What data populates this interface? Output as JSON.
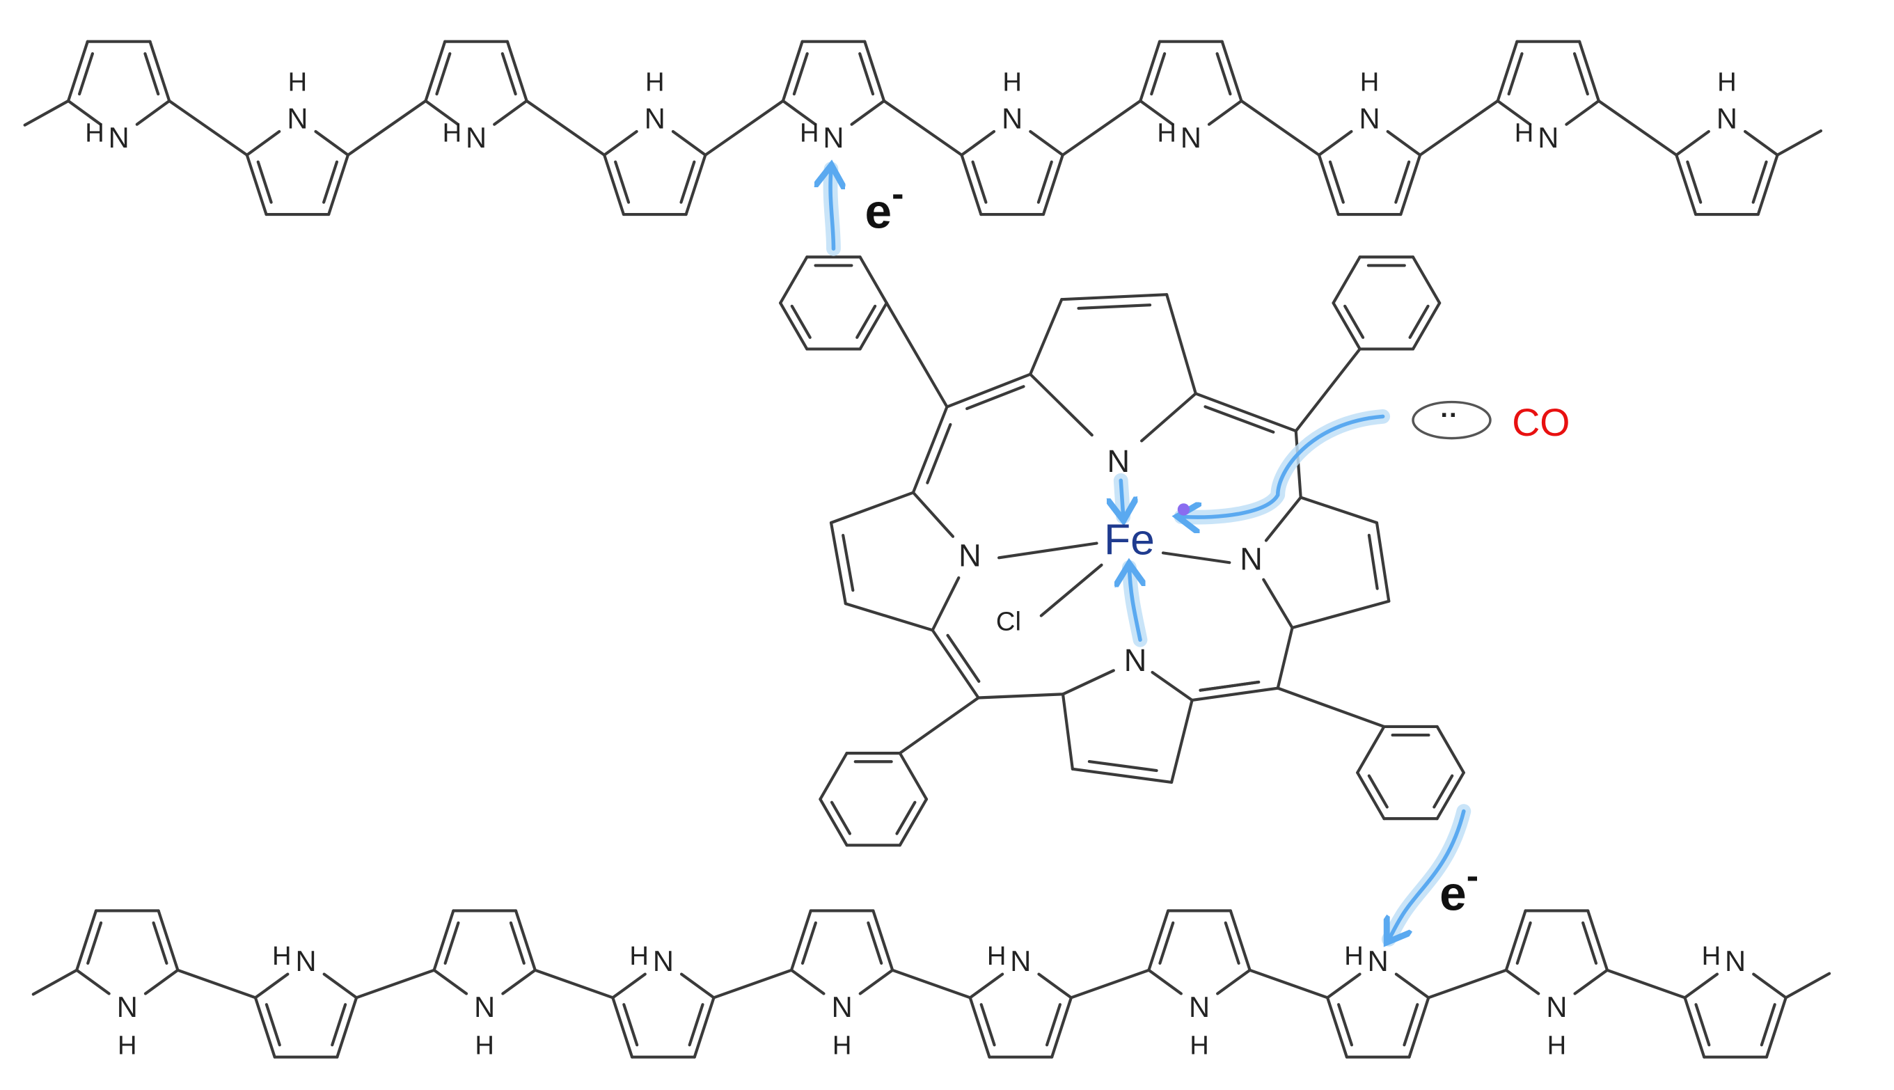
{
  "diagram": {
    "atom_labels": {
      "n": "N",
      "h": "H",
      "fe": "Fe",
      "cl": "Cl"
    },
    "electron_label": {
      "base": "e",
      "charge": "-"
    },
    "ligand": {
      "lone_pair": "··",
      "label": "CO"
    },
    "colors": {
      "bond": "#3a3a3a",
      "iron": "#1f3b8f",
      "arrow": "#5aa9f0",
      "arrow_glow": "#bfdff7",
      "co_label": "#e81010",
      "electron_dot": "#8a6cf0"
    }
  }
}
